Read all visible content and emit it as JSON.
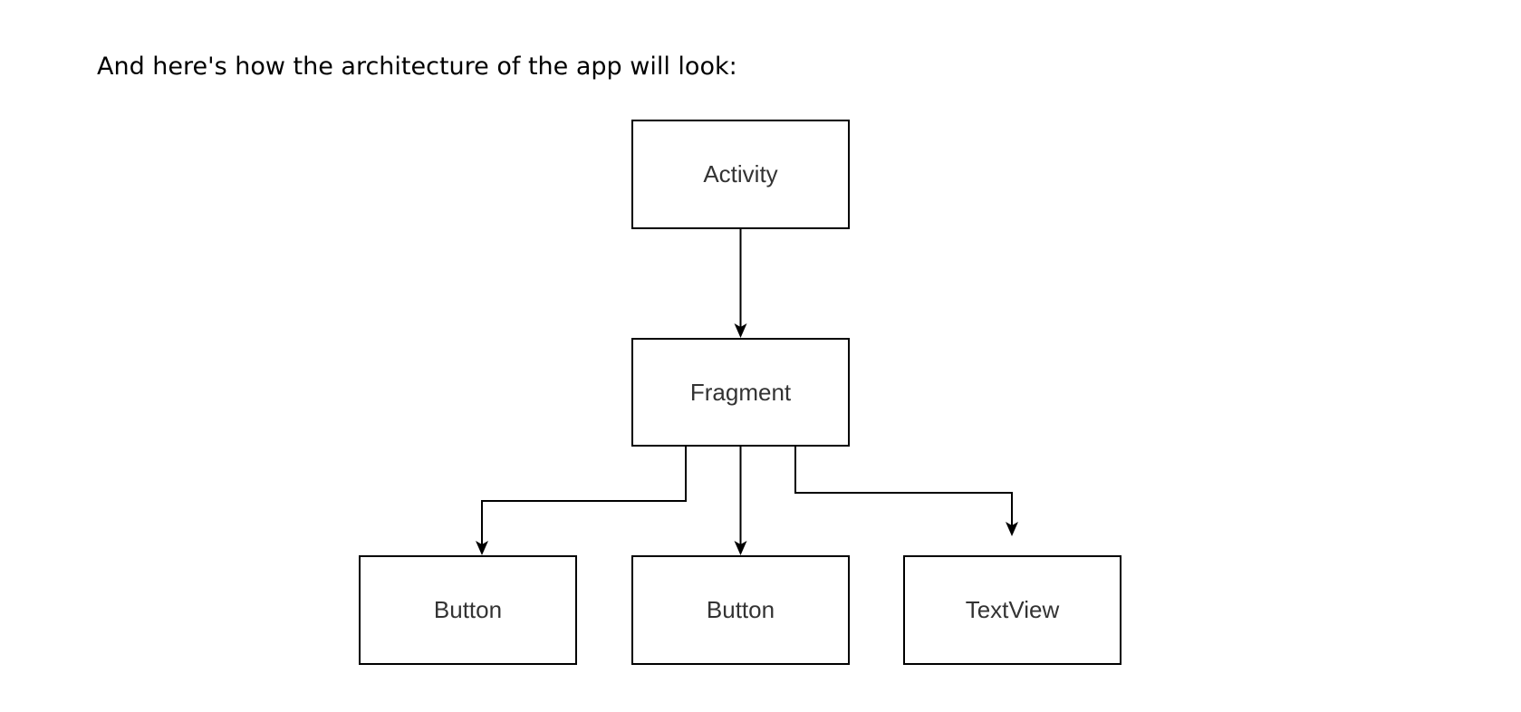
{
  "page": {
    "background_color": "#ffffff",
    "heading": "And here's how the architecture of the app will look:"
  },
  "diagram": {
    "stroke_color": "#000000",
    "label_color": "#333333",
    "box_fill": "#ffffff",
    "nodes": [
      {
        "id": "activity",
        "label": "Activity"
      },
      {
        "id": "fragment",
        "label": "Fragment"
      },
      {
        "id": "button-1",
        "label": "Button"
      },
      {
        "id": "button-2",
        "label": "Button"
      },
      {
        "id": "textview",
        "label": "TextView"
      }
    ],
    "edges": [
      {
        "from": "activity",
        "to": "fragment"
      },
      {
        "from": "fragment",
        "to": "button-1"
      },
      {
        "from": "fragment",
        "to": "button-2"
      },
      {
        "from": "fragment",
        "to": "textview"
      }
    ]
  }
}
